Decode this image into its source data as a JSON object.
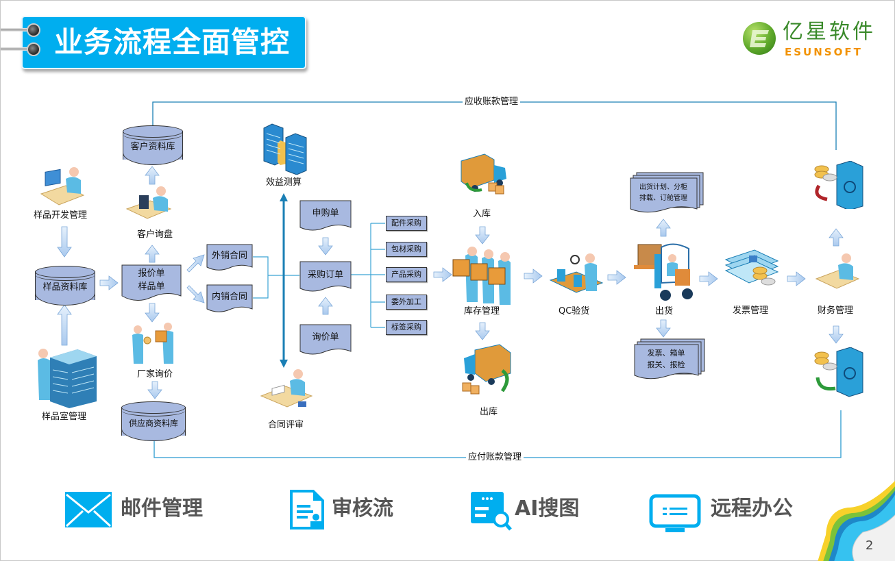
{
  "header": {
    "title": "业务流程全面管控",
    "logo_cn": "亿星软件",
    "logo_en": "ESUNSOFT"
  },
  "colors": {
    "banner": "#00aeef",
    "node_fill": "#a8b9e0",
    "connector": "#1a7fb5",
    "arrow_fill": "#c5dcf5",
    "feature_icon": "#00aeef",
    "feature_text": "#555555",
    "logo_green": "#3a8a2a",
    "logo_orange": "#f29200"
  },
  "flow": {
    "receivable_label": "应收账款管理",
    "payable_label": "应付账款管理",
    "nodes": {
      "sample_dev": "样品开发管理",
      "sample_db": "样品资料库",
      "sample_room": "样品室管理",
      "customer_db": "客户资料库",
      "customer_inquiry": "客户询盘",
      "quote_line1": "报价单",
      "quote_line2": "样品单",
      "factory_inquiry": "厂家询价",
      "supplier_db": "供应商资料库",
      "export_contract": "外销合同",
      "domestic_contract": "内销合同",
      "benefit_calc": "效益测算",
      "contract_review": "合同评审",
      "purchase_request": "申购单",
      "purchase_order": "采购订单",
      "inquiry_sheet": "询价单",
      "purchase_types": [
        "配件采购",
        "包材采购",
        "产品采购",
        "委外加工",
        "标签采购"
      ],
      "stock_in": "入库",
      "inventory": "库存管理",
      "stock_out": "出库",
      "qc": "QC验货",
      "shipping": "出货",
      "shipping_plan_line1": "出货计划、分柜",
      "shipping_plan_line2": "排载、订舱管理",
      "shipping_docs_line1": "发票、箱单",
      "shipping_docs_line2": "报关、报检",
      "invoice": "发票管理",
      "finance": "财务管理"
    }
  },
  "features": [
    {
      "label": "邮件管理",
      "icon": "mail-icon"
    },
    {
      "label": "审核流",
      "icon": "approval-document-icon"
    },
    {
      "label": "AI搜图",
      "icon": "ai-search-icon"
    },
    {
      "label": "远程办公",
      "icon": "monitor-icon"
    }
  ],
  "page_number": "2"
}
